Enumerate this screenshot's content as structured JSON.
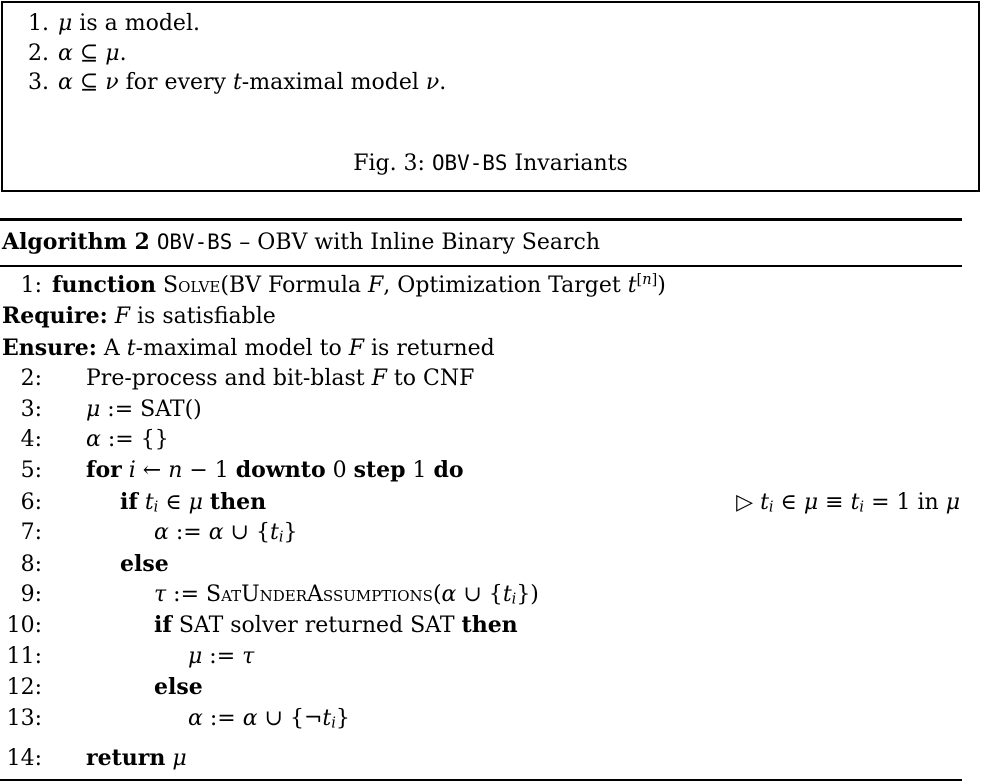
{
  "figure": {
    "items": [
      {
        "number": "1.",
        "segments": [
          {
            "t": "μ",
            "s": "i"
          },
          {
            "t": " is a model."
          }
        ]
      },
      {
        "number": "2.",
        "segments": [
          {
            "t": "α",
            "s": "i"
          },
          {
            "t": " ⊆ "
          },
          {
            "t": "μ",
            "s": "i"
          },
          {
            "t": "."
          }
        ]
      },
      {
        "number": "3.",
        "segments": [
          {
            "t": "α",
            "s": "i"
          },
          {
            "t": " ⊆ "
          },
          {
            "t": "ν",
            "s": "i"
          },
          {
            "t": " for every "
          },
          {
            "t": "t",
            "s": "i"
          },
          {
            "t": "-maximal model "
          },
          {
            "t": "ν",
            "s": "i"
          },
          {
            "t": "."
          }
        ]
      }
    ],
    "caption": [
      {
        "t": "Fig. 3: "
      },
      {
        "t": "OBV-BS",
        "s": "tt"
      },
      {
        "t": " Invariants"
      }
    ]
  },
  "algorithm": {
    "title": [
      {
        "t": "Algorithm 2",
        "s": "b"
      },
      {
        "t": " "
      },
      {
        "t": "OBV-BS",
        "s": "tt"
      },
      {
        "t": " – OBV with Inline Binary Search"
      }
    ],
    "lines": [
      {
        "num": "1:",
        "indent": 0,
        "segments": [
          {
            "t": "function",
            "s": "b"
          },
          {
            "t": " "
          },
          {
            "t": "Solve",
            "s": "sc"
          },
          {
            "t": "(BV Formula "
          },
          {
            "t": "F",
            "s": "i"
          },
          {
            "t": ", Optimization Target "
          },
          {
            "t": "t",
            "s": "i"
          },
          {
            "t": "[",
            "s": "sup"
          },
          {
            "t": "n",
            "s": "sup i"
          },
          {
            "t": "]",
            "s": "sup"
          },
          {
            "t": ")"
          }
        ]
      },
      {
        "label": true,
        "segments": [
          {
            "t": "Require:",
            "s": "b"
          },
          {
            "t": " "
          },
          {
            "t": "F",
            "s": "i"
          },
          {
            "t": " is satisfiable"
          }
        ]
      },
      {
        "label": true,
        "segments": [
          {
            "t": "Ensure:",
            "s": "b"
          },
          {
            "t": " A "
          },
          {
            "t": "t",
            "s": "i"
          },
          {
            "t": "-maximal model to "
          },
          {
            "t": "F",
            "s": "i"
          },
          {
            "t": " is returned"
          }
        ]
      },
      {
        "num": "2:",
        "indent": 1,
        "segments": [
          {
            "t": "Pre-process and bit-blast "
          },
          {
            "t": "F",
            "s": "i"
          },
          {
            "t": " to CNF"
          }
        ]
      },
      {
        "num": "3:",
        "indent": 1,
        "segments": [
          {
            "t": "μ",
            "s": "i"
          },
          {
            "t": " := SAT()"
          }
        ]
      },
      {
        "num": "4:",
        "indent": 1,
        "segments": [
          {
            "t": "α",
            "s": "i"
          },
          {
            "t": " := {}"
          }
        ]
      },
      {
        "num": "5:",
        "indent": 1,
        "segments": [
          {
            "t": "for",
            "s": "b"
          },
          {
            "t": " "
          },
          {
            "t": "i",
            "s": "i"
          },
          {
            "t": " ← "
          },
          {
            "t": "n",
            "s": "i"
          },
          {
            "t": " − 1 "
          },
          {
            "t": "downto",
            "s": "b"
          },
          {
            "t": " 0 "
          },
          {
            "t": "step",
            "s": "b"
          },
          {
            "t": " 1 "
          },
          {
            "t": "do",
            "s": "b"
          }
        ]
      },
      {
        "num": "6:",
        "indent": 2,
        "segments": [
          {
            "t": "if",
            "s": "b"
          },
          {
            "t": " "
          },
          {
            "t": "t",
            "s": "i"
          },
          {
            "t": "i",
            "s": "sub i"
          },
          {
            "t": " ∈ "
          },
          {
            "t": "μ",
            "s": "i"
          },
          {
            "t": " "
          },
          {
            "t": "then",
            "s": "b"
          }
        ],
        "comment": [
          {
            "t": "▷ "
          },
          {
            "t": "t",
            "s": "i"
          },
          {
            "t": "i",
            "s": "sub i"
          },
          {
            "t": " ∈ "
          },
          {
            "t": "μ",
            "s": "i"
          },
          {
            "t": " ≡ "
          },
          {
            "t": "t",
            "s": "i"
          },
          {
            "t": "i",
            "s": "sub i"
          },
          {
            "t": " = 1 in "
          },
          {
            "t": "μ",
            "s": "i"
          }
        ]
      },
      {
        "num": "7:",
        "indent": 3,
        "segments": [
          {
            "t": "α",
            "s": "i"
          },
          {
            "t": " := "
          },
          {
            "t": "α",
            "s": "i"
          },
          {
            "t": " ∪ {"
          },
          {
            "t": "t",
            "s": "i"
          },
          {
            "t": "i",
            "s": "sub i"
          },
          {
            "t": "}"
          }
        ]
      },
      {
        "num": "8:",
        "indent": 2,
        "segments": [
          {
            "t": "else",
            "s": "b"
          }
        ]
      },
      {
        "num": "9:",
        "indent": 3,
        "segments": [
          {
            "t": "τ",
            "s": "i"
          },
          {
            "t": " := "
          },
          {
            "t": "SatUnderAssumptions",
            "s": "sc"
          },
          {
            "t": "("
          },
          {
            "t": "α",
            "s": "i"
          },
          {
            "t": " ∪ {"
          },
          {
            "t": "t",
            "s": "i"
          },
          {
            "t": "i",
            "s": "sub i"
          },
          {
            "t": "})"
          }
        ]
      },
      {
        "num": "10:",
        "indent": 3,
        "segments": [
          {
            "t": "if",
            "s": "b"
          },
          {
            "t": " SAT solver returned SAT "
          },
          {
            "t": "then",
            "s": "b"
          }
        ]
      },
      {
        "num": "11:",
        "indent": 4,
        "segments": [
          {
            "t": "μ",
            "s": "i"
          },
          {
            "t": " := "
          },
          {
            "t": "τ",
            "s": "i"
          }
        ]
      },
      {
        "num": "12:",
        "indent": 3,
        "segments": [
          {
            "t": "else",
            "s": "b"
          }
        ]
      },
      {
        "num": "13:",
        "indent": 4,
        "segments": [
          {
            "t": "α",
            "s": "i"
          },
          {
            "t": " := "
          },
          {
            "t": "α",
            "s": "i"
          },
          {
            "t": " ∪ {¬"
          },
          {
            "t": "t",
            "s": "i"
          },
          {
            "t": "i",
            "s": "sub i"
          },
          {
            "t": "}"
          }
        ]
      },
      {
        "num": "14:",
        "indent": 1,
        "segments": [
          {
            "t": "return",
            "s": "b"
          },
          {
            "t": " "
          },
          {
            "t": "μ",
            "s": "i"
          }
        ]
      }
    ]
  }
}
